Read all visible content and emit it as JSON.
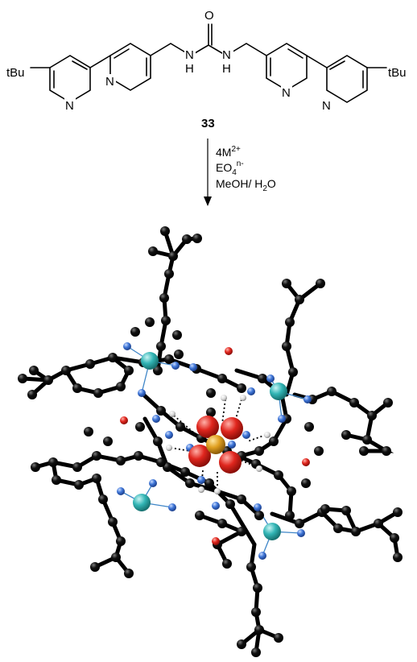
{
  "structure": {
    "compound_number": "33",
    "labels": {
      "tBu": "tBu",
      "N": "N",
      "NH": "H",
      "O": "O"
    }
  },
  "reaction": {
    "reagent_line1": "4M",
    "reagent_line1_sup": "2+",
    "reagent_line2": "EO",
    "reagent_line2_sub": "4",
    "reagent_line2_sup": "n-",
    "solvent": "MeOH/ H",
    "solvent_sub": "2",
    "solvent_tail": "O"
  },
  "colors": {
    "carbon": "#000000",
    "nitrogen": "#3d74d6",
    "oxygen": "#e0261e",
    "metal": "#32b5b5",
    "central_atom": "#e0a020",
    "hydrogen": "#d9d9d9",
    "coordination": "#3f86c8"
  }
}
